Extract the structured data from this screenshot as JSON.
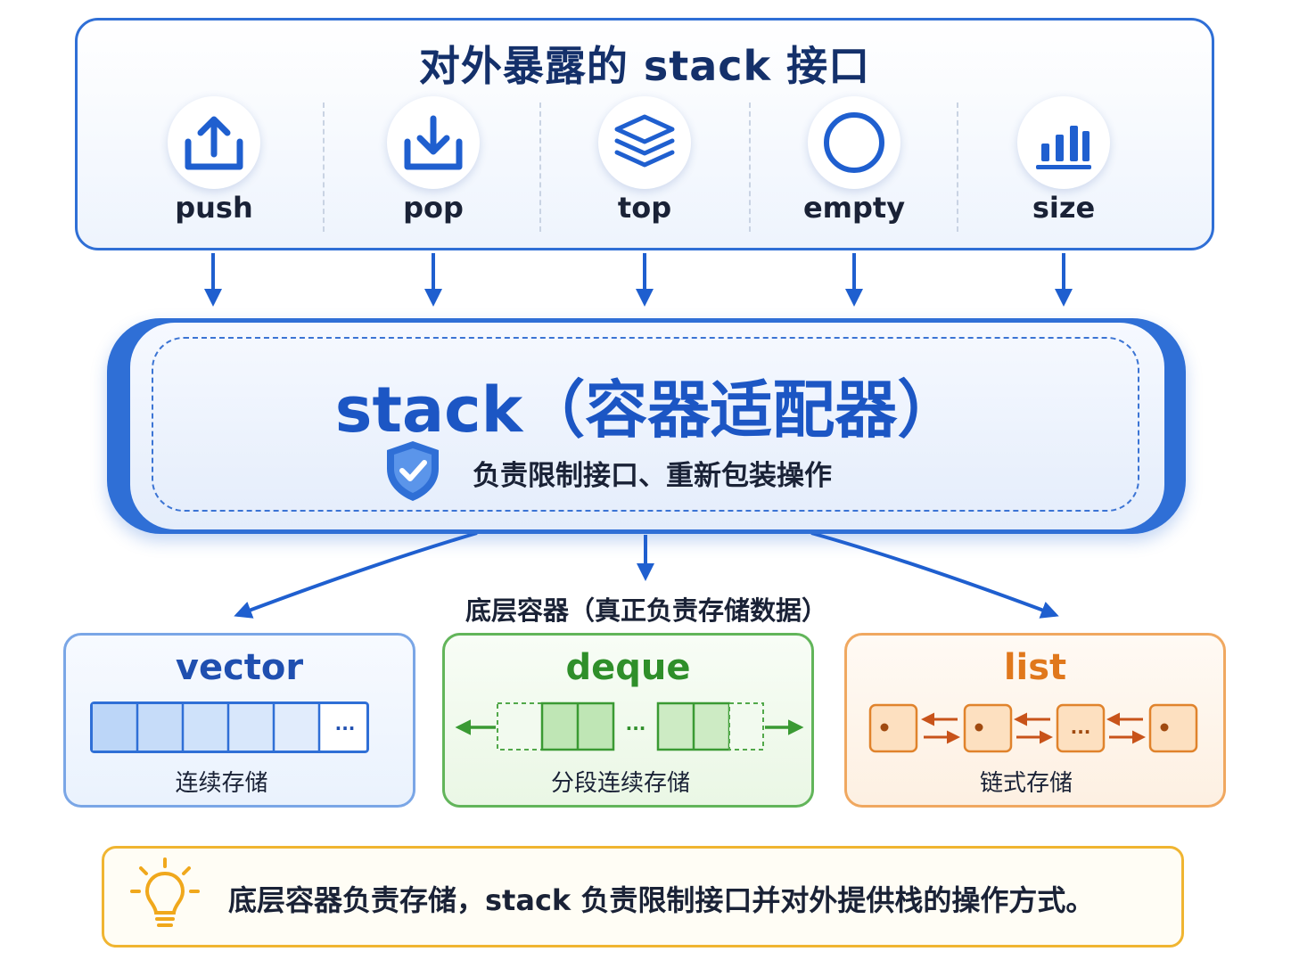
{
  "top_panel": {
    "title": "对外暴露的 stack 接口",
    "interfaces": [
      {
        "label": "push",
        "icon": "upload-icon"
      },
      {
        "label": "pop",
        "icon": "download-icon"
      },
      {
        "label": "top",
        "icon": "layers-icon"
      },
      {
        "label": "empty",
        "icon": "circle-icon"
      },
      {
        "label": "size",
        "icon": "bar-chart-icon"
      }
    ]
  },
  "adapter": {
    "title": "stack（容器适配器）",
    "subtitle": "负责限制接口、重新包装操作",
    "icon": "shield-check-icon"
  },
  "underlying_label": "底层容器（真正负责存储数据）",
  "containers": {
    "vector": {
      "title": "vector",
      "subtitle": "连续存储",
      "ellipsis": "...",
      "color": "#1f4fb0"
    },
    "deque": {
      "title": "deque",
      "subtitle": "分段连续存储",
      "ellipsis": "...",
      "color": "#2f8f2a"
    },
    "list": {
      "title": "list",
      "subtitle": "链式存储",
      "ellipsis": "...",
      "color": "#e0781c"
    }
  },
  "tip": {
    "text": "底层容器负责存储，stack 负责限制接口并对外提供栈的操作方式。",
    "icon": "lightbulb-icon"
  },
  "colors": {
    "primary_blue": "#2f6fd6",
    "dark_navy": "#14306a",
    "green": "#2f8f2a",
    "orange": "#e0781c",
    "tip_border": "#f0b531"
  }
}
